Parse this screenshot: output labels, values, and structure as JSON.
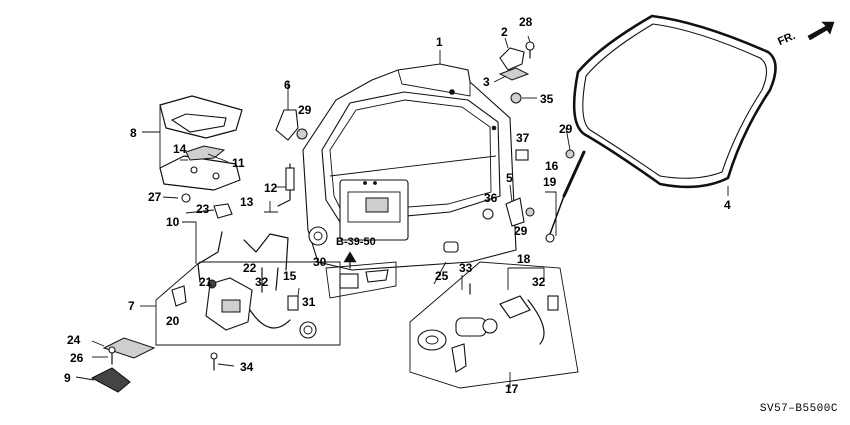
{
  "diagram": {
    "code": "SV57–B5500C",
    "front_marker": "FR.",
    "reference": "B-39-50",
    "callouts": [
      "1",
      "2",
      "3",
      "4",
      "5",
      "6",
      "7",
      "8",
      "9",
      "10",
      "11",
      "12",
      "13",
      "14",
      "15",
      "16",
      "17",
      "18",
      "19",
      "20",
      "21",
      "22",
      "23",
      "24",
      "25",
      "26",
      "27",
      "28",
      "29",
      "29",
      "29",
      "30",
      "31",
      "32",
      "32",
      "33",
      "34",
      "35",
      "36",
      "37"
    ]
  }
}
